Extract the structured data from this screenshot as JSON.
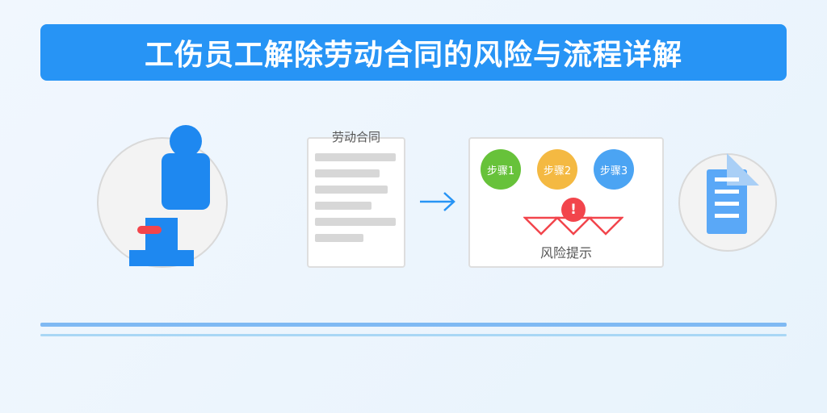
{
  "banner": {
    "title": "工伤员工解除劳动合同的风险与流程详解"
  },
  "contract": {
    "title": "劳动合同"
  },
  "process": {
    "steps": [
      {
        "label": "步骤1",
        "color": "#67c23a"
      },
      {
        "label": "步骤2",
        "color": "#f4b942"
      },
      {
        "label": "步骤3",
        "color": "#4ba4f3"
      }
    ],
    "warning_symbol": "!",
    "risk_label": "风险提示"
  },
  "colors": {
    "banner": "#2794f5",
    "figure": "#1e88f0",
    "bandage": "#f2454c",
    "warning": "#f2454c",
    "document": "#5aa8f7"
  },
  "icons": [
    "injured-worker-icon",
    "contract-document-icon",
    "arrow-right-icon",
    "warning-icon",
    "document-icon"
  ]
}
